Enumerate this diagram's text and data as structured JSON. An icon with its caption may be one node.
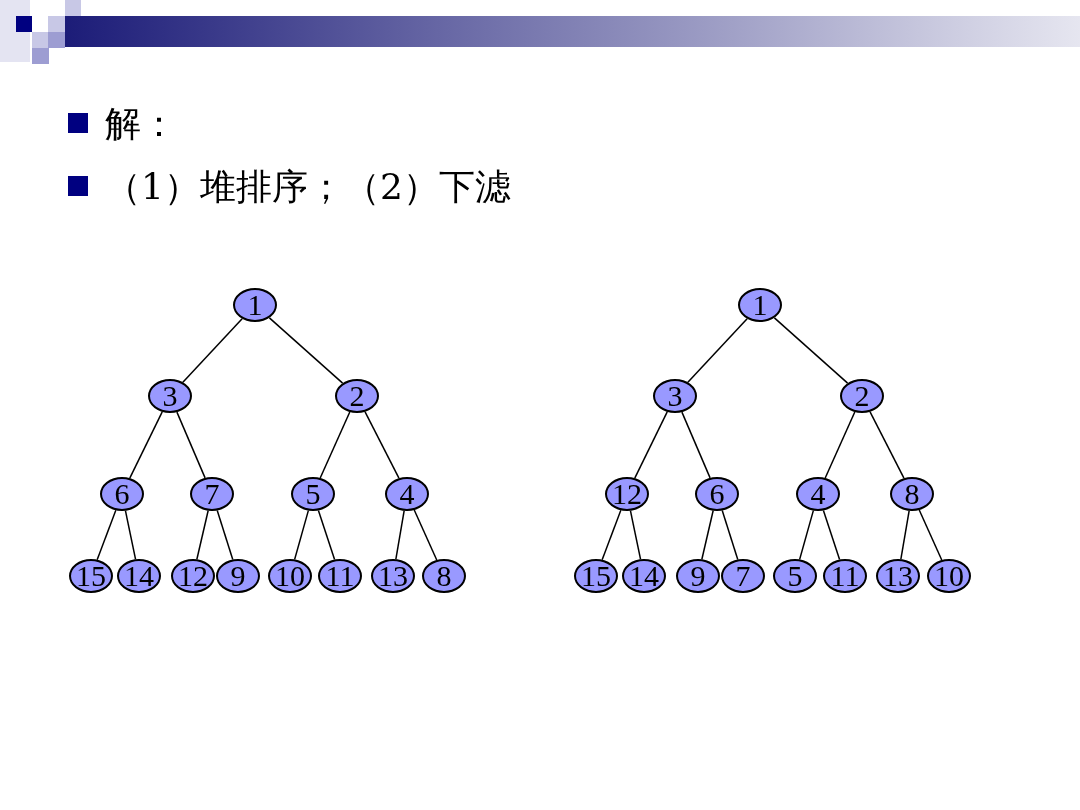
{
  "diagram": {
    "nodes": [
      {
        "text": [
          "1"
        ]
      },
      {
        "text": [
          "3"
        ]
      },
      {
        "text": [
          "2"
        ]
      },
      {
        "text": [
          "6"
        ]
      },
      {
        "text": [
          "7"
        ]
      },
      {
        "text": [
          "5"
        ]
      },
      {
        "text": [
          "4"
        ]
      },
      {
        "text": [
          "15"
        ]
      },
      {
        "text": [
          "14"
        ]
      },
      {
        "text": [
          "12"
        ]
      },
      {
        "text": [
          "9"
        ]
      },
      {
        "text": [
          "10"
        ]
      },
      {
        "text": [
          "11"
        ]
      },
      {
        "text": [
          "13"
        ]
      },
      {
        "text": [
          "8"
        ]
      },
      {
        "text": [
          "1"
        ]
      },
      {
        "text": [
          "3"
        ]
      },
      {
        "text": [
          "2"
        ]
      },
      {
        "text": [
          "12"
        ]
      },
      {
        "text": [
          "6"
        ]
      },
      {
        "text": [
          "4"
        ]
      },
      {
        "text": [
          "8"
        ]
      },
      {
        "text": [
          "15"
        ]
      },
      {
        "text": [
          "14"
        ]
      },
      {
        "text": [
          "9"
        ]
      },
      {
        "text": [
          "7"
        ]
      },
      {
        "text": [
          "5"
        ]
      },
      {
        "text": [
          "11"
        ]
      },
      {
        "text": [
          "13"
        ]
      },
      {
        "text": [
          "10"
        ]
      }
    ],
    "edges": [
      {
        "from": 0,
        "to": 1,
        "arrow": "none"
      },
      {
        "from": 0,
        "to": 2,
        "arrow": "none"
      },
      {
        "from": 1,
        "to": 3,
        "arrow": "none"
      },
      {
        "from": 1,
        "to": 4,
        "arrow": "none"
      },
      {
        "from": 2,
        "to": 5,
        "arrow": "none"
      },
      {
        "from": 2,
        "to": 6,
        "arrow": "none"
      },
      {
        "from": 3,
        "to": 7,
        "arrow": "none"
      },
      {
        "from": 3,
        "to": 8,
        "arrow": "none"
      },
      {
        "from": 4,
        "to": 9,
        "arrow": "none"
      },
      {
        "from": 4,
        "to": 10,
        "arrow": "none"
      },
      {
        "from": 5,
        "to": 11,
        "arrow": "none"
      },
      {
        "from": 5,
        "to": 12,
        "arrow": "none"
      },
      {
        "from": 6,
        "to": 13,
        "arrow": "none"
      },
      {
        "from": 6,
        "to": 14,
        "arrow": "none"
      },
      {
        "from": 15,
        "to": 16,
        "arrow": "none"
      },
      {
        "from": 15,
        "to": 17,
        "arrow": "none"
      },
      {
        "from": 16,
        "to": 18,
        "arrow": "none"
      },
      {
        "from": 16,
        "to": 19,
        "arrow": "none"
      },
      {
        "from": 17,
        "to": 20,
        "arrow": "none"
      },
      {
        "from": 17,
        "to": 21,
        "arrow": "none"
      },
      {
        "from": 18,
        "to": 22,
        "arrow": "none"
      },
      {
        "from": 18,
        "to": 23,
        "arrow": "none"
      },
      {
        "from": 19,
        "to": 24,
        "arrow": "none"
      },
      {
        "from": 19,
        "to": 25,
        "arrow": "none"
      },
      {
        "from": 20,
        "to": 26,
        "arrow": "none"
      },
      {
        "from": 20,
        "to": 27,
        "arrow": "none"
      },
      {
        "from": 21,
        "to": 28,
        "arrow": "none"
      },
      {
        "from": 21,
        "to": 29,
        "arrow": "none"
      }
    ],
    "labels": [
      "解：",
      "（1）堆排序；（2）下滤"
    ]
  }
}
